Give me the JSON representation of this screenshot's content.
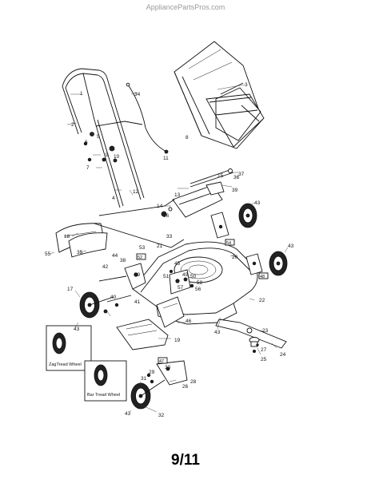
{
  "header": {
    "source": "AppliancePartsPros.com"
  },
  "footer": {
    "page_number": "9/11"
  },
  "wheel_types": {
    "zag": "ZagTread Wheel",
    "bar": "Bar Tread Wheel"
  },
  "callouts": {
    "c1": "1",
    "c2": "2",
    "c3": "3",
    "c4": "4",
    "c5": "5",
    "c6": "6",
    "c7": "7",
    "c8": "8",
    "c9": "9",
    "c10": "10",
    "c11": "11",
    "c12": "12",
    "c13": "13",
    "c14": "14",
    "c15": "15",
    "c16": "16",
    "c17": "17",
    "c18": "18",
    "c19": "19",
    "c20": "20",
    "c21": "21",
    "c22": "22",
    "c23": "23",
    "c24": "24",
    "c25": "25",
    "c26": "26",
    "c27": "27",
    "c28": "28",
    "c29": "29",
    "c30": "30",
    "c31": "31",
    "c32": "32",
    "c33": "33",
    "c34": "34",
    "c35": "35",
    "c36": "36",
    "c37": "37",
    "c38": "38",
    "c39": "39",
    "c40": "40",
    "c41": "41",
    "c42": "42",
    "c43": "43",
    "c44": "44",
    "c45": "45",
    "c46": "46",
    "c47": "47",
    "c48": "48",
    "c49": "49",
    "c50": "50",
    "c51": "51",
    "c52": "52",
    "c53": "53",
    "c54": "54",
    "c55": "55",
    "c56": "56",
    "c57": "57",
    "c58": "58",
    "c59": "59"
  }
}
